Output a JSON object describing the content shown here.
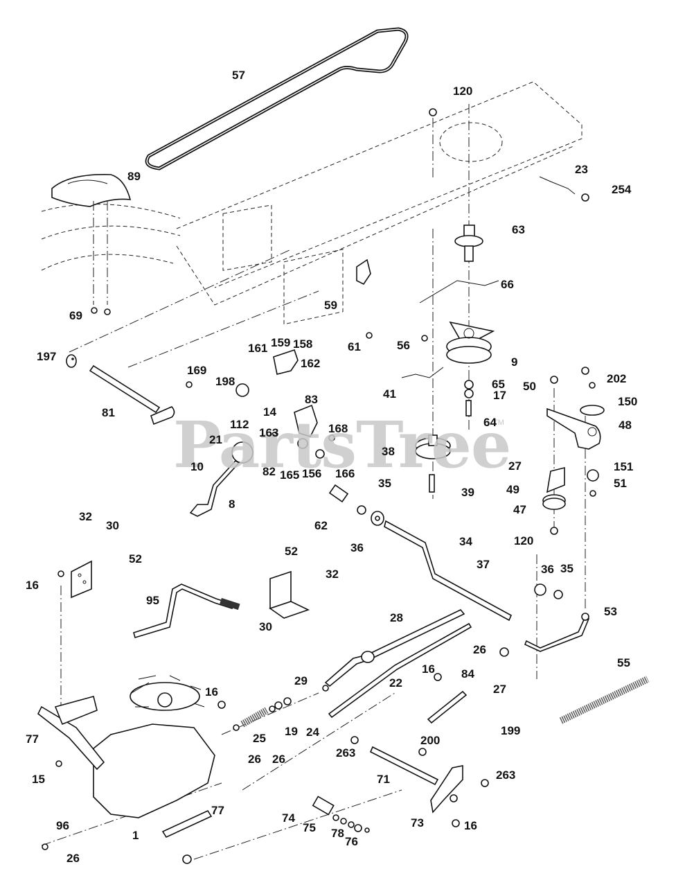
{
  "diagram": {
    "title": "Ground Drive / Transaxle Parts Diagram",
    "watermark": "PartsTree",
    "watermark_tm": "TM",
    "accent_color": "#111111",
    "watermark_color": "#c8c8c8"
  },
  "callouts": [
    {
      "id": "c57",
      "label": "57"
    },
    {
      "id": "c120a",
      "label": "120"
    },
    {
      "id": "c89",
      "label": "89"
    },
    {
      "id": "c23",
      "label": "23"
    },
    {
      "id": "c254",
      "label": "254"
    },
    {
      "id": "c63",
      "label": "63"
    },
    {
      "id": "c66",
      "label": "66"
    },
    {
      "id": "c59",
      "label": "59"
    },
    {
      "id": "c69",
      "label": "69"
    },
    {
      "id": "c61",
      "label": "61"
    },
    {
      "id": "c56",
      "label": "56"
    },
    {
      "id": "c9",
      "label": "9"
    },
    {
      "id": "c197",
      "label": "197"
    },
    {
      "id": "c161",
      "label": "161"
    },
    {
      "id": "c159",
      "label": "159"
    },
    {
      "id": "c158",
      "label": "158"
    },
    {
      "id": "c169",
      "label": "169"
    },
    {
      "id": "c162",
      "label": "162"
    },
    {
      "id": "c198",
      "label": "198"
    },
    {
      "id": "c41",
      "label": "41"
    },
    {
      "id": "c65",
      "label": "65"
    },
    {
      "id": "c17",
      "label": "17"
    },
    {
      "id": "c50",
      "label": "50"
    },
    {
      "id": "c202",
      "label": "202"
    },
    {
      "id": "c150",
      "label": "150"
    },
    {
      "id": "c81",
      "label": "81"
    },
    {
      "id": "c112",
      "label": "112"
    },
    {
      "id": "c14",
      "label": "14"
    },
    {
      "id": "c83",
      "label": "83"
    },
    {
      "id": "c168",
      "label": "168"
    },
    {
      "id": "c163",
      "label": "163"
    },
    {
      "id": "c21",
      "label": "21"
    },
    {
      "id": "c64",
      "label": "64"
    },
    {
      "id": "c48",
      "label": "48"
    },
    {
      "id": "c38",
      "label": "38"
    },
    {
      "id": "c27a",
      "label": "27"
    },
    {
      "id": "c10",
      "label": "10"
    },
    {
      "id": "c82",
      "label": "82"
    },
    {
      "id": "c165",
      "label": "165"
    },
    {
      "id": "c156",
      "label": "156"
    },
    {
      "id": "c166",
      "label": "166"
    },
    {
      "id": "c151",
      "label": "151"
    },
    {
      "id": "c51",
      "label": "51"
    },
    {
      "id": "c35a",
      "label": "35"
    },
    {
      "id": "c49",
      "label": "49"
    },
    {
      "id": "c8",
      "label": "8"
    },
    {
      "id": "c62",
      "label": "62"
    },
    {
      "id": "c39",
      "label": "39"
    },
    {
      "id": "c47",
      "label": "47"
    },
    {
      "id": "c32a",
      "label": "32"
    },
    {
      "id": "c30a",
      "label": "30"
    },
    {
      "id": "c36a",
      "label": "36"
    },
    {
      "id": "c34",
      "label": "34"
    },
    {
      "id": "c120b",
      "label": "120"
    },
    {
      "id": "c52a",
      "label": "52"
    },
    {
      "id": "c52b",
      "label": "52"
    },
    {
      "id": "c16a",
      "label": "16"
    },
    {
      "id": "c32b",
      "label": "32"
    },
    {
      "id": "c37",
      "label": "37"
    },
    {
      "id": "c36b",
      "label": "36"
    },
    {
      "id": "c35b",
      "label": "35"
    },
    {
      "id": "c95",
      "label": "95"
    },
    {
      "id": "c30b",
      "label": "30"
    },
    {
      "id": "c53",
      "label": "53"
    },
    {
      "id": "c28",
      "label": "28"
    },
    {
      "id": "c26a",
      "label": "26"
    },
    {
      "id": "c55",
      "label": "55"
    },
    {
      "id": "c16b",
      "label": "16"
    },
    {
      "id": "c29",
      "label": "29"
    },
    {
      "id": "c22",
      "label": "22"
    },
    {
      "id": "c84",
      "label": "84"
    },
    {
      "id": "c27b",
      "label": "27"
    },
    {
      "id": "c16c",
      "label": "16"
    },
    {
      "id": "c77a",
      "label": "77"
    },
    {
      "id": "c25",
      "label": "25"
    },
    {
      "id": "c19",
      "label": "19"
    },
    {
      "id": "c24",
      "label": "24"
    },
    {
      "id": "c199",
      "label": "199"
    },
    {
      "id": "c15",
      "label": "15"
    },
    {
      "id": "c26b",
      "label": "26"
    },
    {
      "id": "c26c",
      "label": "26"
    },
    {
      "id": "c263a",
      "label": "263"
    },
    {
      "id": "c200",
      "label": "200"
    },
    {
      "id": "c71",
      "label": "71"
    },
    {
      "id": "c263b",
      "label": "263"
    },
    {
      "id": "c77b",
      "label": "77"
    },
    {
      "id": "c74",
      "label": "74"
    },
    {
      "id": "c96",
      "label": "96"
    },
    {
      "id": "c75",
      "label": "75"
    },
    {
      "id": "c78",
      "label": "78"
    },
    {
      "id": "c73",
      "label": "73"
    },
    {
      "id": "c16d",
      "label": "16"
    },
    {
      "id": "c1",
      "label": "1"
    },
    {
      "id": "c76",
      "label": "76"
    },
    {
      "id": "c26d",
      "label": "26"
    }
  ]
}
